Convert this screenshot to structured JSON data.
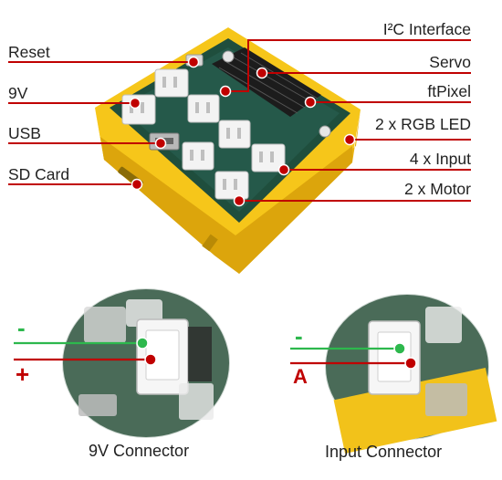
{
  "colors": {
    "line": "#c00000",
    "minus": "#2db84d",
    "plus": "#c00000",
    "case": "#f5c518",
    "board": "#1f4e3d",
    "connector": "#f2f2f2"
  },
  "main_labels_left": [
    "Reset",
    "9V",
    "USB",
    "SD Card"
  ],
  "main_labels_right": [
    "I²C Interface",
    "Servo",
    "ftPixel",
    "2 x RGB LED",
    "4 x Input",
    "2 x Motor"
  ],
  "connector_9v": {
    "title": "9V Connector",
    "minus": "-",
    "plus": "+"
  },
  "connector_input": {
    "title": "Input Connector",
    "minus": "-",
    "plus": "A"
  }
}
